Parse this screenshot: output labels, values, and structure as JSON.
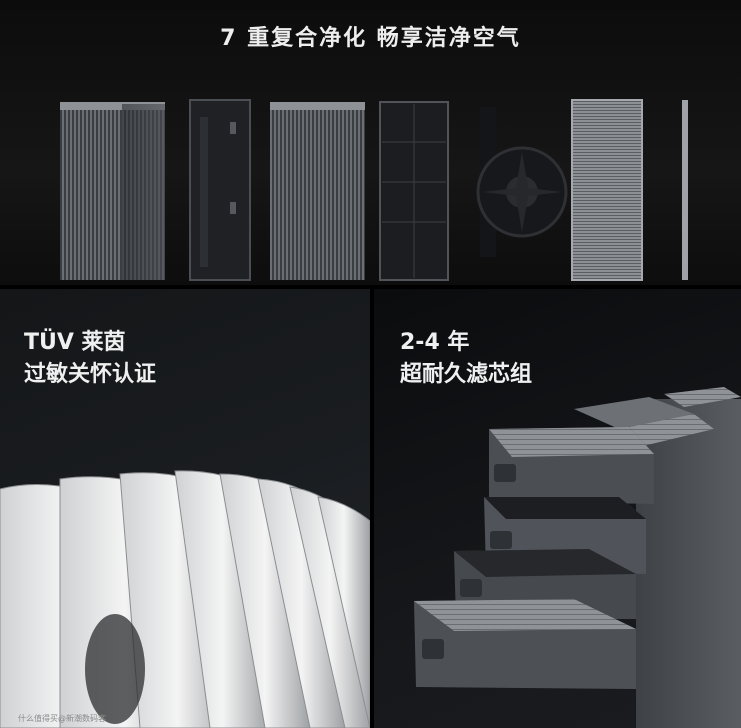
{
  "headline": "7 重复合净化   畅享洁净空气",
  "left_panel": {
    "line1": "TÜV 莱茵",
    "line2": "过敏关怀认证"
  },
  "right_panel": {
    "line1": "2-4 年",
    "line2": "超耐久滤芯组"
  },
  "watermark": "什么值得买@新潮数码客",
  "colors": {
    "background": "#000000",
    "text": "#f0f0f0",
    "filter_grey": "#5b5f63"
  }
}
